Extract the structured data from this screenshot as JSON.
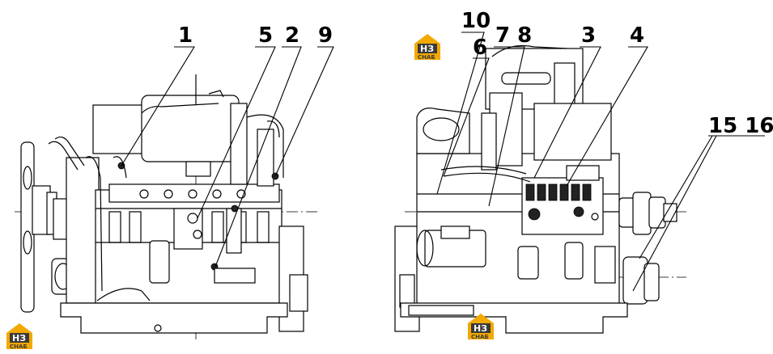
{
  "callouts": {
    "c1": "1",
    "c5": "5",
    "c2": "2",
    "c9": "9",
    "c10": "10",
    "c6": "6",
    "c78": "7 8",
    "c3": "3",
    "c4": "4",
    "c1516": "15 16"
  },
  "watermark": {
    "top": "НЗ",
    "bottom": "СНАБ",
    "color": "#f2a900"
  }
}
